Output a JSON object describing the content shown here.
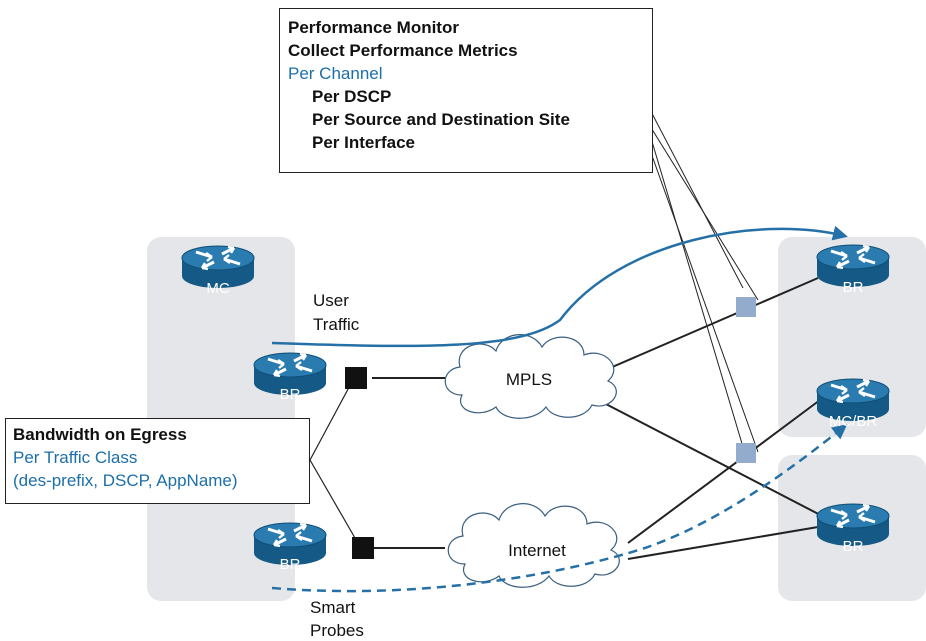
{
  "performance_monitor": {
    "line1": "Performance Monitor",
    "line2": "Collect Performance Metrics",
    "line3": "Per Channel",
    "items": [
      "Per DSCP",
      "Per Source and Destination Site",
      "Per Interface"
    ]
  },
  "bandwidth": {
    "title": "Bandwidth on Egress",
    "line2": "Per Traffic Class",
    "line3": "(des-prefix, DSCP, AppName)"
  },
  "routers": {
    "mc": "MC",
    "hub_br_top": "BR",
    "hub_br_bottom": "BR",
    "branch_br_top": "BR",
    "branch_mc_br": "MC/BR",
    "branch_br_bottom": "BR"
  },
  "clouds": {
    "mpls": "MPLS",
    "internet": "Internet"
  },
  "labels": {
    "user_traffic_line1": "User",
    "user_traffic_line2": "Traffic",
    "smart_probes_line1": "Smart",
    "smart_probes_line2": "Probes"
  },
  "colors": {
    "router_blue": "#1a6a9c",
    "flow_blue": "#2570a6",
    "site_gray": "#e4e6e9",
    "monitor_square": "#93abcc",
    "text_blue": "#1c6fa8"
  }
}
